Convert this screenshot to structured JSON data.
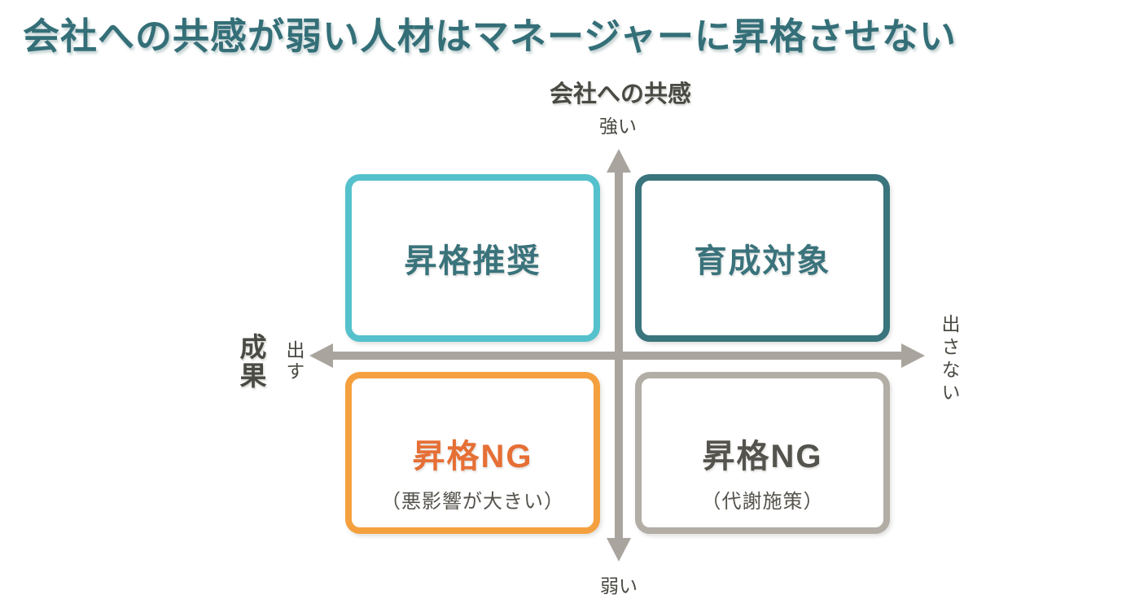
{
  "title": "会社への共感が弱い人材はマネージャーに昇格させない",
  "axes": {
    "vertical": {
      "label": "会社への共感",
      "top": "強い",
      "bottom": "弱い"
    },
    "horizontal": {
      "label": "成果",
      "left": "出す",
      "right": "出さない"
    }
  },
  "quadrants": {
    "top_left": {
      "label": "昇格推奨"
    },
    "top_right": {
      "label": "育成対象"
    },
    "bottom_left": {
      "label": "昇格NG",
      "sublabel": "（悪影響が大きい）"
    },
    "bottom_right": {
      "label": "昇格NG",
      "sublabel": "（代謝施策）"
    }
  },
  "colors": {
    "title_teal": "#346f78",
    "quadrant_teal_text": "#3a737b",
    "light_teal_border": "#55c1cc",
    "dark_teal_border": "#3a747c",
    "orange_border": "#f5a03f",
    "orange_text": "#e66f35",
    "gray_border": "#b2ada5",
    "arrow_gray": "#a9a59e",
    "text_dark": "#4a4a44",
    "subtext_gray": "#55534d"
  }
}
